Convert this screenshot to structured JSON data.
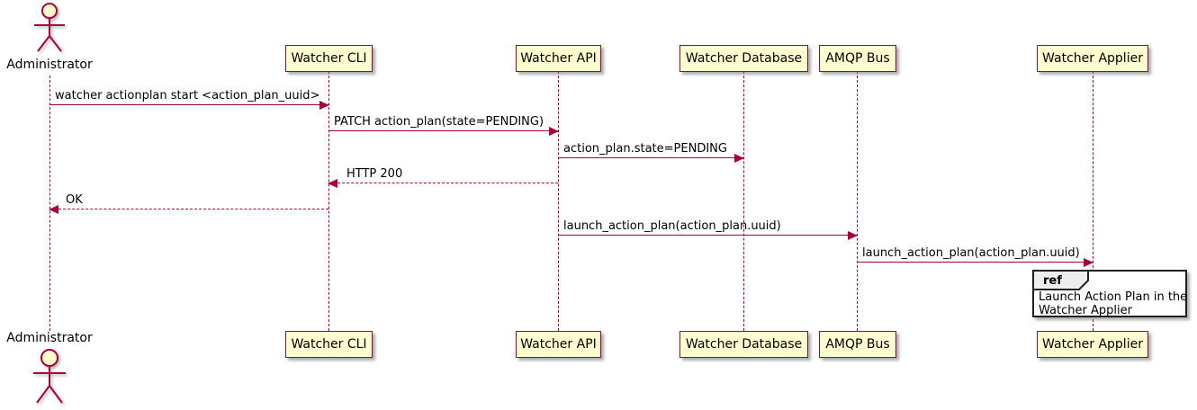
{
  "diagram": {
    "type": "plantuml-sequence",
    "colors": {
      "participant_fill": "#FEFECE",
      "participant_border": "#A80036",
      "arrow": "#A80036",
      "lifeline": "#A80036",
      "actor_head_fill": "#FEFECE",
      "ref_border": "#1f1f1f",
      "ref_header_fill": "#EEEEEE",
      "text": "#000000"
    }
  },
  "actor": {
    "label": "Administrator"
  },
  "participants": [
    {
      "label": "Watcher CLI"
    },
    {
      "label": "Watcher API"
    },
    {
      "label": "Watcher Database"
    },
    {
      "label": "AMQP Bus"
    },
    {
      "label": "Watcher Applier"
    }
  ],
  "messages": [
    {
      "from": "Administrator",
      "to": "Watcher CLI",
      "style": "solid",
      "label": "watcher actionplan start <action_plan_uuid>"
    },
    {
      "from": "Watcher CLI",
      "to": "Watcher API",
      "style": "solid",
      "label": "PATCH action_plan(state=PENDING)"
    },
    {
      "from": "Watcher API",
      "to": "Watcher Database",
      "style": "solid",
      "label": "action_plan.state=PENDING"
    },
    {
      "from": "Watcher API",
      "to": "Watcher CLI",
      "style": "dashed",
      "label": "HTTP 200"
    },
    {
      "from": "Watcher CLI",
      "to": "Administrator",
      "style": "dashed",
      "label": "OK"
    },
    {
      "from": "Watcher API",
      "to": "AMQP Bus",
      "style": "solid",
      "label": "launch_action_plan(action_plan.uuid)"
    },
    {
      "from": "AMQP Bus",
      "to": "Watcher Applier",
      "style": "solid",
      "label": "launch_action_plan(action_plan.uuid)"
    }
  ],
  "ref": {
    "keyword": "ref",
    "line1": "Launch Action Plan in the",
    "line2": "Watcher Applier"
  }
}
